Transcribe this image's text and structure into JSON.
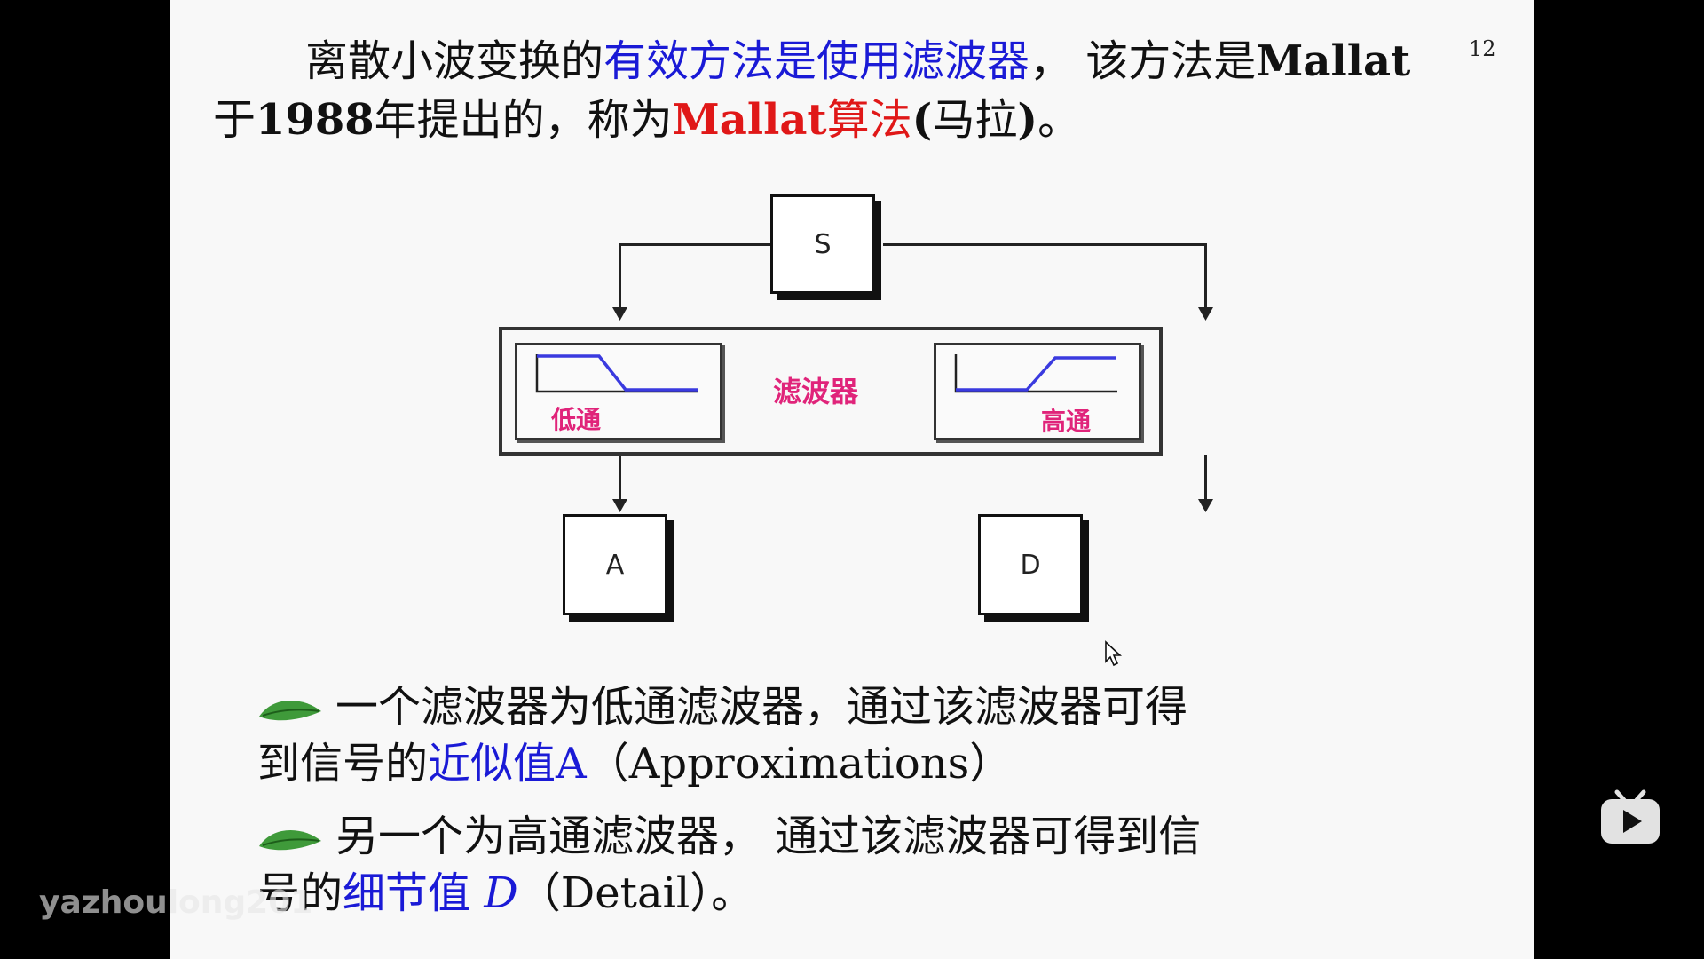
{
  "slide": {
    "page_number": "12",
    "intro": {
      "part1": "离散小波变换的",
      "part2": "有效方法是使用滤波器",
      "part3": "， 该方法是",
      "part4": "Mallat",
      "part5": "于",
      "part6": "1988",
      "part7": "年提出的，称为",
      "part8": "Mallat",
      "part9": "算法",
      "part10": "(",
      "part11": "马拉",
      "part12": ")",
      "part13": "。"
    },
    "diagram": {
      "source_label": "S",
      "filter_label": "滤波器",
      "lowpass_label": "低通",
      "highpass_label": "高通",
      "approx_label": "A",
      "detail_label": "D"
    },
    "bullets": [
      {
        "line1": "一个滤波器为低通滤波器，通过该滤波器可得",
        "line2_a": "到信号的",
        "line2_b": "近似值A",
        "line2_c": "（Approximations）"
      },
      {
        "line1": "另一个为高通滤波器， 通过该滤波器可得到信",
        "line2_a": "号的",
        "line2_b": "细节值",
        "line2_var": "D",
        "line2_c": "（Detail）",
        "line2_d": "。"
      }
    ]
  },
  "overlay": {
    "watermark": "yazhoulong201",
    "player_icon": "bilibili-tv-icon",
    "cursor_icon": "mouse-pointer-icon"
  },
  "colors": {
    "blue_text": "#1a1ad6",
    "red_text": "#e01818",
    "filter_label": "#e0247a",
    "filter_curve": "#3a3adf"
  }
}
